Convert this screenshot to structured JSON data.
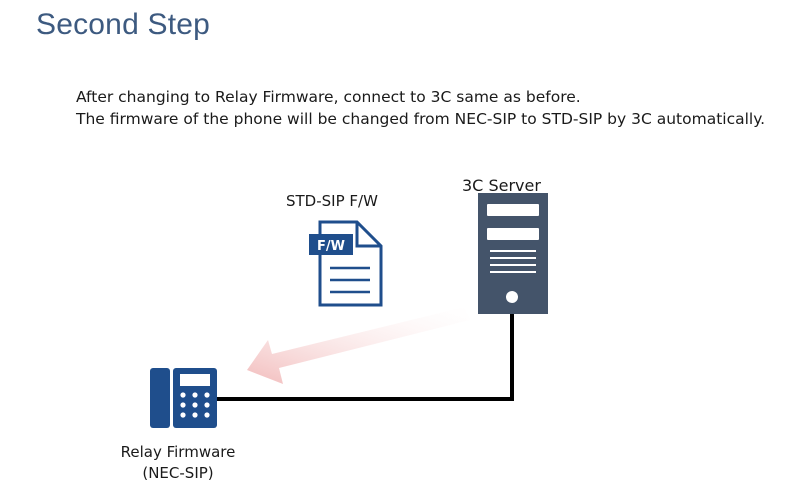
{
  "slide": {
    "title": "Second Step",
    "body_lines": [
      "After changing to Relay Firmware, connect to 3C same as before.",
      "The firmware of the phone will be changed from NEC-SIP to STD-SIP by 3C automatically."
    ]
  },
  "diagram": {
    "firmware_label": "STD-SIP F/W",
    "firmware_icon_text": "F/W",
    "server_label": "3C Server",
    "phone_label_line1": "Relay Firmware",
    "phone_label_line2": "(NEC-SIP)"
  },
  "colors": {
    "title": "#3d5a80",
    "icon_navy": "#1f4e8c",
    "server": "#44546a",
    "arrow": "#f2c4c4",
    "cable": "#000000"
  }
}
